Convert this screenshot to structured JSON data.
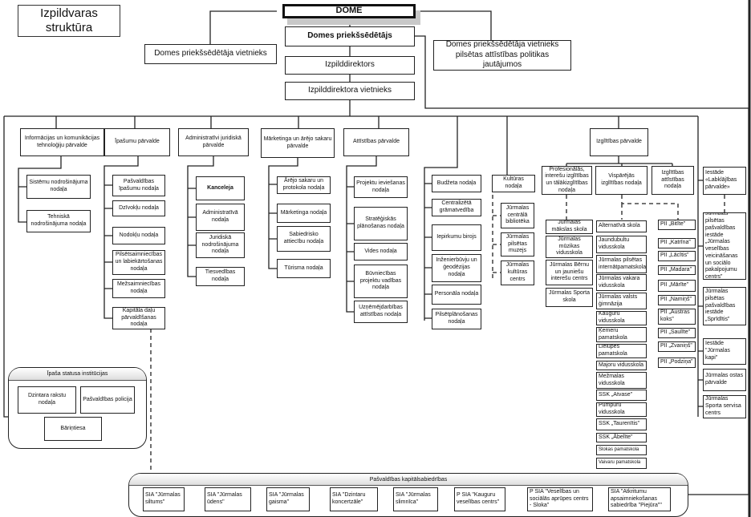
{
  "header": {
    "title": "Izpildvaras struktūra",
    "dome": "DOME",
    "chair": "Domes priekšsēdētājs",
    "vice_chair": "Domes priekšsēdētāja vietnieks",
    "vice_chair_development": "Domes priekšsēdētāja vietnieks pilsētas attīstības politikas jautājumos",
    "executive_director": "Izpilddirektors",
    "deputy_executive_director": "Izpilddirektora vietnieks"
  },
  "it": {
    "head": "Informācijas un komunikācijas tehnoloģiju pārvalde",
    "units": [
      "Sistēmu nodrošinājuma nodaļa",
      "Tehniskā nodrošinājuma nodaļa"
    ]
  },
  "property": {
    "head": "Īpašumu pārvalde",
    "units": [
      "Pašvaldības īpašumu nodaļa",
      "Dzīvokļu nodaļa",
      "Nodokļu nodaļa",
      "Pilsētsaimniecības un labiekārtošanas nodaļa",
      "Mežsaimniecības nodaļa",
      "Kapitāla daļu pārvaldīšanas nodaļa"
    ]
  },
  "admin": {
    "head": "Administratīvi juridiskā pārvalde",
    "units": [
      "Kanceleja",
      "Administratīvā nodaļa",
      "Juridiskā nodrošinājuma nodaļa",
      "Tiesvedības nodaļa"
    ]
  },
  "marketing": {
    "head": "Mārketinga un ārējo sakaru pārvalde",
    "units": [
      "Ārējo sakaru un protokola nodaļa",
      "Mārketinga nodaļa",
      "Sabiedrisko attiecību nodaļa",
      "Tūrisma nodaļa"
    ]
  },
  "development": {
    "head": "Attīstības pārvalde",
    "units": [
      "Projektu ieviešanas nodaļa",
      "Stratēģiskās plānošanas nodaļa",
      "Vides nodaļa",
      "Būvniecības projektu vadības nodaļa",
      "Uzņēmējdarbības attīstības nodaļa"
    ]
  },
  "independent": {
    "units": [
      "Budžeta nodaļa",
      "Centralizētā grāmatvedība",
      "Iepirkumu birojs",
      "Inženierbūvju un ģeodēzijas nodaļa",
      "Personāla nodaļa",
      "Pilsētplānošanas nodaļa"
    ]
  },
  "culture": {
    "head": "Kultūras nodaļa",
    "units": [
      "Jūrmalas centrālā bibliotēka",
      "Jūrmalas pilsētas muzejs",
      "Jūrmalas kultūras centrs"
    ]
  },
  "education": {
    "head": "Izglītības pārvalde",
    "divisions": [
      "Profesionālās, interešu izglītības un tālākizglītības nodaļa",
      "Vispārējās izglītības nodaļa",
      "Izglītības attīstības nodaļa"
    ],
    "professional_schools": [
      "Jūrmalas mākslas skola",
      "Jūrmalas mūzikas vidusskola",
      "Jūrmalas Bērnu un jauniešu interešu centrs",
      "Jūrmalas Sporta skola"
    ],
    "general_schools": [
      "Alternatīvā skola",
      "Jaundubultu vidusskola",
      "Jūrmalas pilsētas internātpamatskola",
      "Jūrmalas vakara vidusskola",
      "Jūrmalas valsts ģimnāzija",
      "Kauguru vidusskola",
      "Ķemeru pamatskola",
      "Lielupes pamatskola",
      "Majoru vidusskola",
      "Mežmalas vidusskola",
      "SSK „Atvase”",
      "Pumpuru vidusskola",
      "SSK „Taurenītis”",
      "SSK „Ābelīte”",
      "Slokas pamatskola",
      "Vaivaru pamatskola"
    ],
    "preschools": [
      "PII „Bitīte”",
      "PII „Katrīna”",
      "PII „Lācītis”",
      "PII „Madara”",
      "PII „Mārīte”",
      "PII „Namiņš”",
      "PII „Austras koks”",
      "PII „Saulīte”",
      "PII „Zvaniņš”",
      "PII „Podziņa”"
    ]
  },
  "institutions": {
    "head": "Iestāde «Labklājības pārvalde»",
    "units": [
      "Jūrmalas pilsētas pašvaldības iestāde „Jūrmalas veselības veicināšanas un sociālo pakalpojumu centrs”",
      "Jūrmalas pilsētas pašvaldības iestāde „Sprīdītis”",
      "Iestāde \"Jūrmalas kapi\"",
      "Jūrmalas ostas pārvalde",
      "Jūrmalas Sporta servisa centrs"
    ]
  },
  "special_status": {
    "title": "Īpaša statusa institūcijas",
    "units": [
      "Dzintara rakstu nodaļa",
      "Pašvaldības policija",
      "Bāriņtiesa"
    ]
  },
  "companies": {
    "title": "Pašvaldības kapitālsabiedrības",
    "units": [
      "SIA \"Jūrmalas siltums\"",
      "SIA \"Jūrmalas ūdens\"",
      "SIA \"Jūrmalas gaisma\"",
      "SIA \"Dzintaru koncertzāle\"",
      "SIA \"Jūrmalas slimnīca\"",
      "P SIA \"Kauguru veselības centrs\"",
      "P SIA \"Veselības un sociālās aprūpes centrs - Sloka\"",
      "SIA \"Atkritumu apsaimniekošanas sabiedrība \"Piejūra\"\""
    ]
  }
}
